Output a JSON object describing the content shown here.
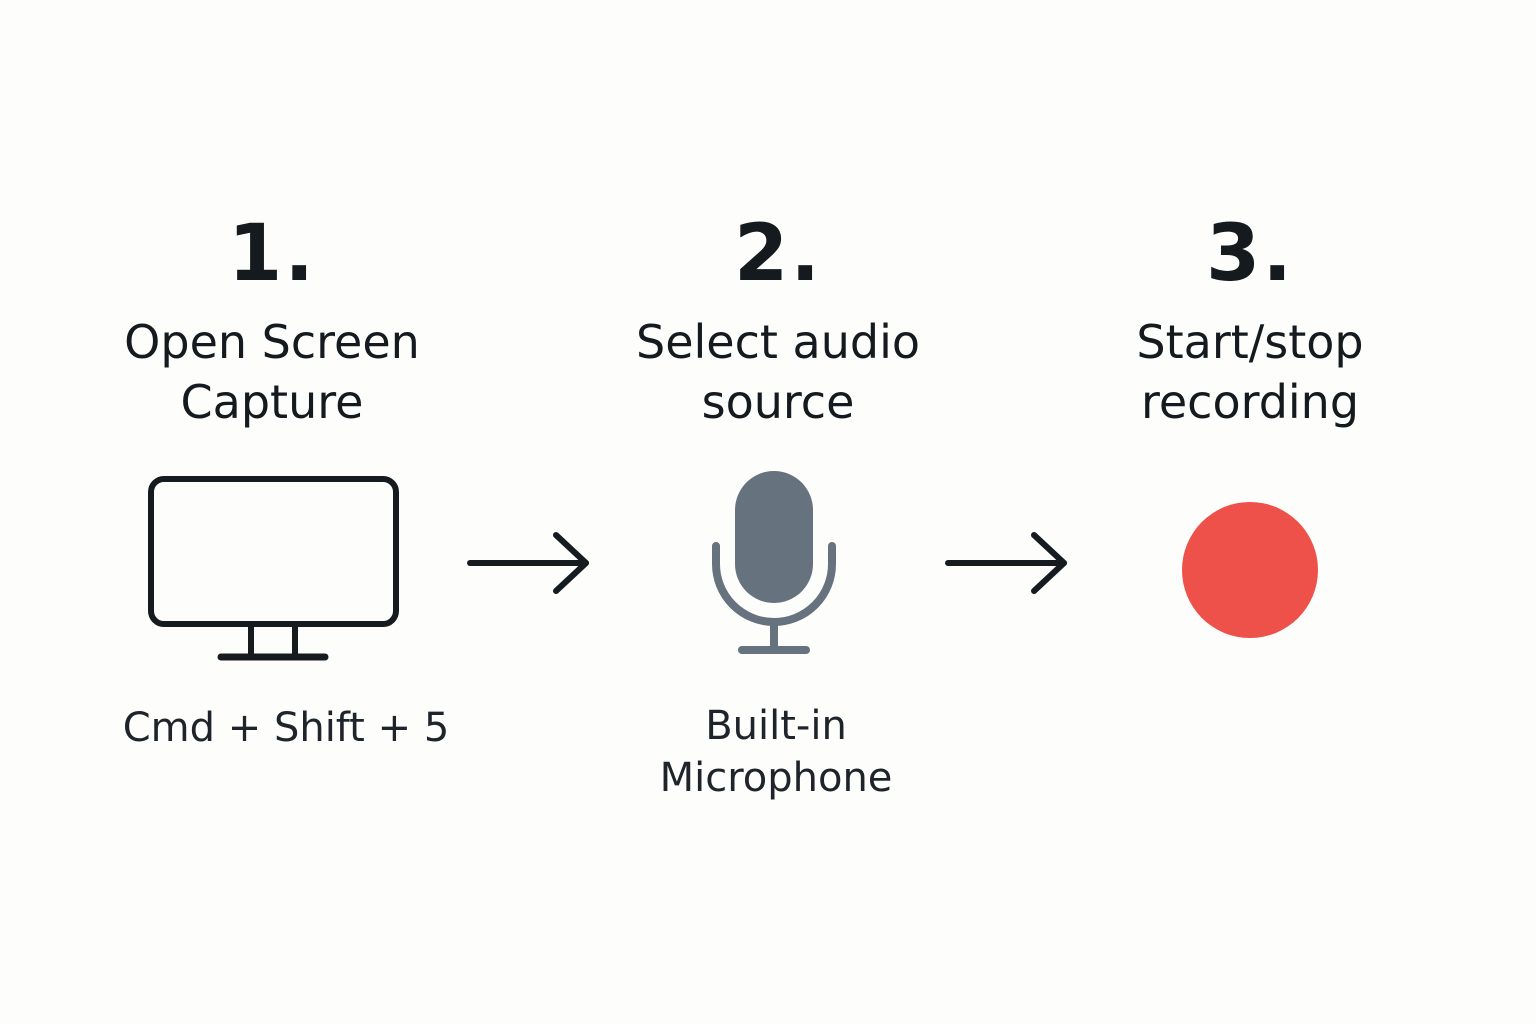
{
  "steps": [
    {
      "number": "1.",
      "title_lines": [
        "Open Screen",
        "Capture"
      ],
      "caption_lines": [
        "Cmd + Shift + 5"
      ],
      "icon": "monitor-icon"
    },
    {
      "number": "2.",
      "title_lines": [
        "Select audio",
        "source"
      ],
      "caption_lines": [
        "Built-in",
        "Microphone"
      ],
      "icon": "microphone-icon"
    },
    {
      "number": "3.",
      "title_lines": [
        "Start/stop",
        "recording"
      ],
      "caption_lines": [],
      "icon": "record-dot-icon"
    }
  ],
  "arrows": [
    "arrow-right-icon",
    "arrow-right-icon"
  ],
  "colors": {
    "text": "#151a1f",
    "icon_stroke": "#161b20",
    "microphone": "#67727f",
    "record": "#ee504a",
    "background": "#fdfdfc"
  }
}
